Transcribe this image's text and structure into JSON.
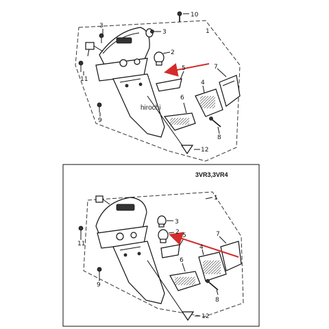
{
  "watermark": "hirochi",
  "model_label": "3VR3,3VR4",
  "top_diagram": {
    "callouts": [
      "10",
      "3",
      "3",
      "1",
      "2",
      "5",
      "7",
      "4",
      "11",
      "6",
      "9",
      "8",
      "12"
    ]
  },
  "bottom_diagram": {
    "callouts": [
      "1",
      "3",
      "2",
      "5",
      "7",
      "11",
      "4",
      "6",
      "9",
      "8",
      "12"
    ]
  },
  "colors": {
    "arrow": "#d42b2b",
    "ink": "#111111"
  }
}
